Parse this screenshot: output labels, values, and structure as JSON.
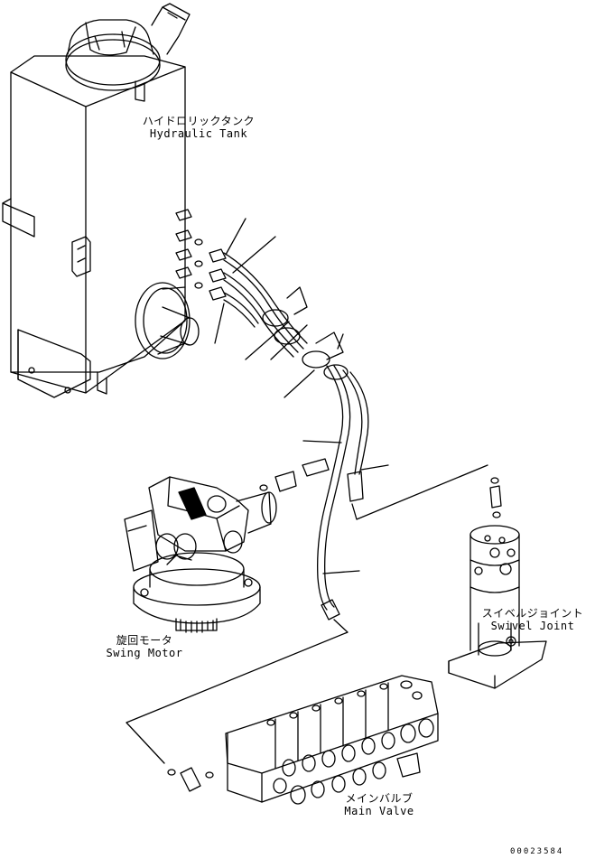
{
  "labels": {
    "hydraulic_tank": {
      "jp": "ハイドロリックタンク",
      "en": "Hydraulic Tank"
    },
    "swing_motor": {
      "jp": "旋回モータ",
      "en": "Swing Motor"
    },
    "swivel_joint": {
      "jp": "スイベルジョイント",
      "en": "Swivel Joint"
    },
    "main_valve": {
      "jp": "メインバルブ",
      "en": "Main Valve"
    }
  },
  "drawing_number": "00023584"
}
